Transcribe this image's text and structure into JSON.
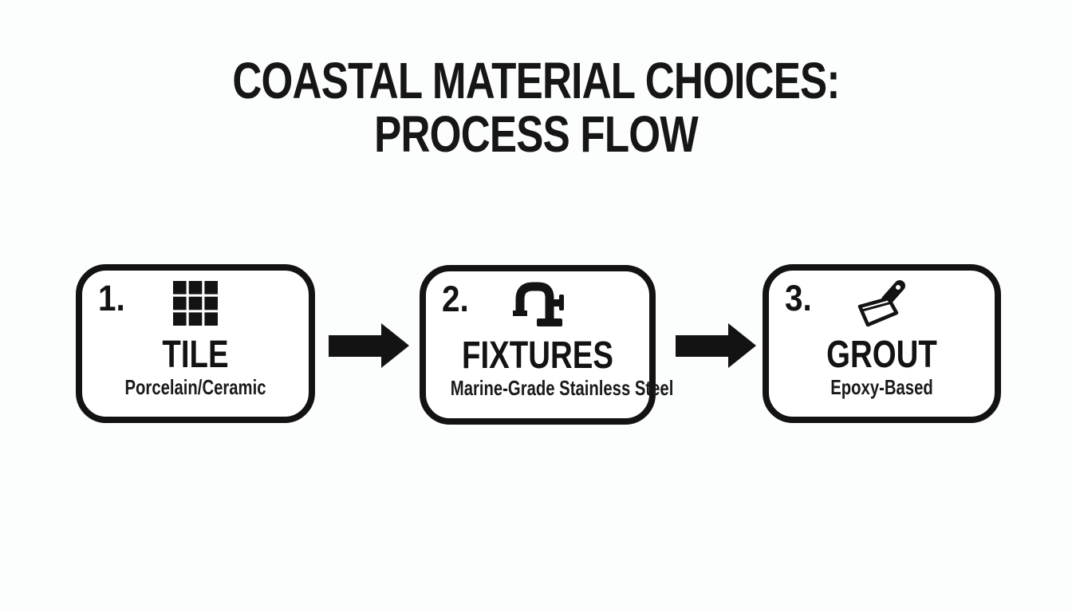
{
  "title": {
    "line1": "COASTAL MATERIAL CHOICES:",
    "line2": "PROCESS FLOW"
  },
  "steps": [
    {
      "number": "1.",
      "icon": "tile-grid-icon",
      "label": "TILE",
      "sublabel": "Porcelain/Ceramic"
    },
    {
      "number": "2.",
      "icon": "faucet-icon",
      "label": "FIXTURES",
      "sublabel": "Marine-Grade Stainless Steel"
    },
    {
      "number": "3.",
      "icon": "trowel-icon",
      "label": "GROUT",
      "sublabel": "Epoxy-Based"
    }
  ],
  "colors": {
    "ink": "#131313",
    "background": "#fcfdfd",
    "box_background": "#ffffff"
  }
}
